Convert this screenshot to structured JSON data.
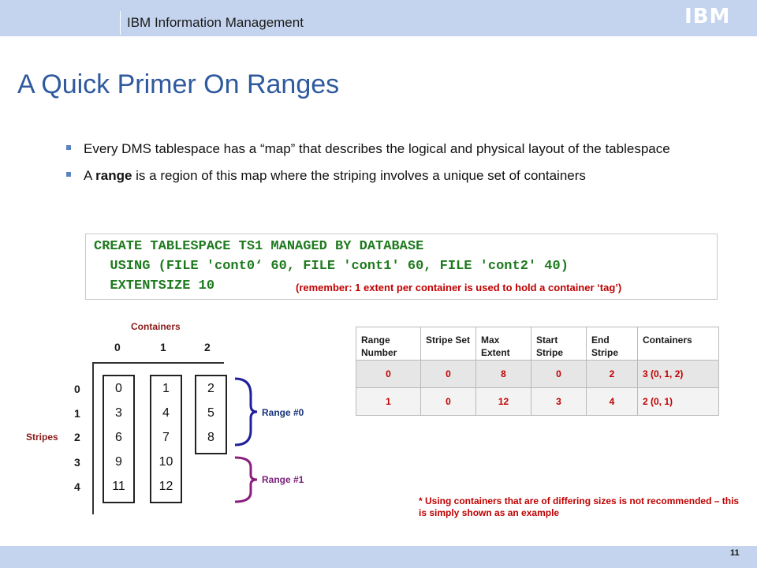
{
  "header": {
    "brand": "IBM Information Management",
    "logo": "IBM"
  },
  "title": "A Quick Primer On Ranges",
  "bullets": [
    {
      "pre": "Every DMS tablespace has a “map” that describes the logical and physical layout of the tablespace",
      "bold": "",
      "post": ""
    },
    {
      "pre": "A ",
      "bold": "range",
      "post": " is a region of this map where the striping involves a unique set of containers"
    }
  ],
  "code": {
    "lines": [
      "CREATE TABLESPACE TS1 MANAGED BY DATABASE",
      "  USING (FILE 'cont0‘ 60, FILE 'cont1' 60, FILE 'cont2' 40)",
      "  EXTENTSIZE 10"
    ],
    "note": "(remember: 1 extent per container is used to hold a container ‘tag’)"
  },
  "diagram": {
    "containers_label": "Containers",
    "container_numbers": [
      "0",
      "1",
      "2"
    ],
    "stripes_label": "Stripes",
    "stripe_numbers": [
      "0",
      "1",
      "2",
      "3",
      "4"
    ],
    "columns": [
      [
        "0",
        "3",
        "6",
        "9",
        "11"
      ],
      [
        "1",
        "4",
        "7",
        "10",
        "12"
      ],
      [
        "2",
        "5",
        "8"
      ]
    ],
    "range0_label": "Range #0",
    "range1_label": "Range #1",
    "colors": {
      "range0": "#1f1f9e",
      "range1": "#8b1e7a"
    }
  },
  "table": {
    "headers": [
      "Range Number",
      "Stripe Set",
      "Max Extent",
      "Start Stripe",
      "End Stripe",
      "Containers"
    ],
    "rows": [
      [
        "0",
        "0",
        "8",
        "0",
        "2",
        "3 (0, 1, 2)"
      ],
      [
        "1",
        "0",
        "12",
        "3",
        "4",
        "2 (0, 1)"
      ]
    ]
  },
  "footnote": "* Using containers that are of differing sizes is not recommended – this is simply shown as an example",
  "page_number": "11"
}
